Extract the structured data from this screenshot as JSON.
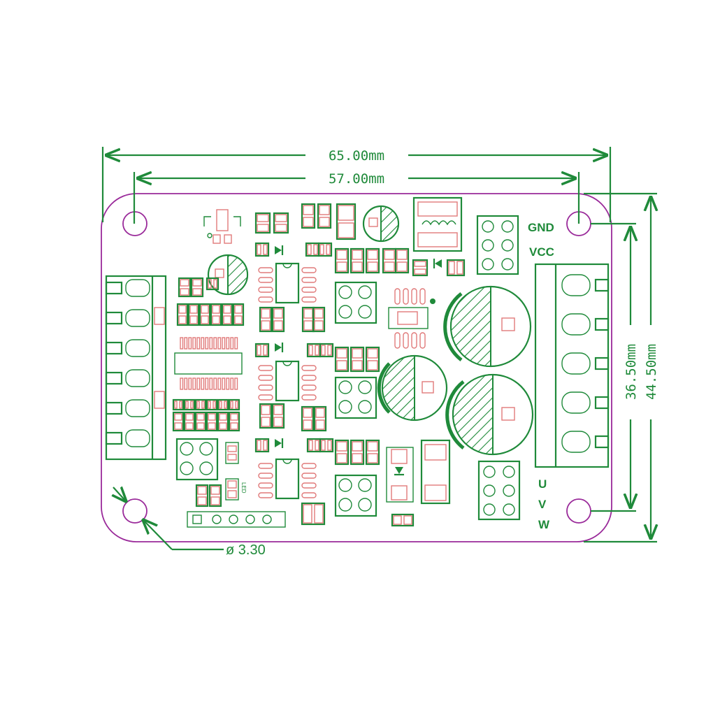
{
  "dimensions": {
    "overall_width": "65.00mm",
    "hole_spacing_width": "57.00mm",
    "hole_spacing_height": "36.50mm",
    "overall_height": "44.50mm",
    "hole_diameter": "ø 3.30"
  },
  "labels": {
    "gnd": "GND",
    "vcc": "VCC",
    "u": "U",
    "v": "V",
    "w": "W",
    "led": "LED"
  },
  "colors": {
    "silkscreen": "#1f8a3a",
    "pads": "#e07a7a",
    "outline": "#9a2a9a"
  }
}
